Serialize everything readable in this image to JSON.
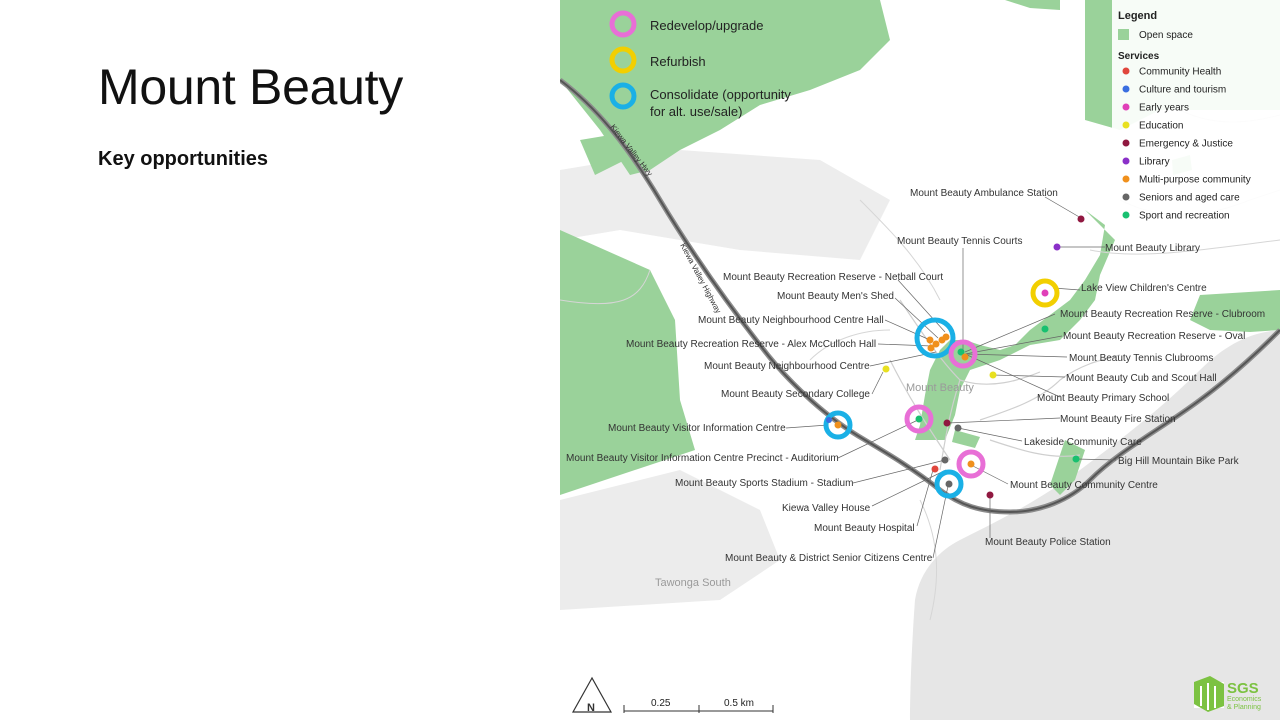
{
  "slide": {
    "title": "Mount Beauty",
    "subtitle": "Key opportunities"
  },
  "key": [
    {
      "label": "Redevelop/upgrade",
      "color": "#e86fd6"
    },
    {
      "label": "Refurbish",
      "color": "#f2cf00"
    },
    {
      "label": "Consolidate (opportunity",
      "label2": "for alt. use/sale)",
      "color": "#1ab0e6"
    }
  ],
  "legend": {
    "title": "Legend",
    "open_space": {
      "label": "Open space",
      "color": "#9ad29a"
    },
    "services_title": "Services",
    "services": [
      {
        "label": "Community Health",
        "color": "#e0463c"
      },
      {
        "label": "Culture and tourism",
        "color": "#3a6ee0"
      },
      {
        "label": "Early years",
        "color": "#e040b8"
      },
      {
        "label": "Education",
        "color": "#e8e020"
      },
      {
        "label": "Emergency & Justice",
        "color": "#901840"
      },
      {
        "label": "Library",
        "color": "#8a30c8"
      },
      {
        "label": "Multi-purpose community",
        "color": "#f0901c"
      },
      {
        "label": "Seniors and aged care",
        "color": "#666666"
      },
      {
        "label": "Sport and recreation",
        "color": "#18c070"
      }
    ]
  },
  "places": {
    "town": "Mount Beauty",
    "south": "Tawonga South"
  },
  "roads": {
    "hwy_short": "Kiewa Valley Hwy",
    "hwy_long": "Kiewa Valley Highway"
  },
  "locations": {
    "ambulance": "Mount Beauty Ambulance Station",
    "tennis_courts": "Mount Beauty Tennis Courts",
    "library": "Mount Beauty Library",
    "netball": "Mount Beauty Recreation Reserve - Netball Court",
    "mens_shed": "Mount Beauty Men's Shed",
    "lake_view": "Lake View Children's Centre",
    "nc_hall": "Mount Beauty Neighbourhood Centre Hall",
    "clubroom": "Mount Beauty Recreation Reserve - Clubroom",
    "mcculloch": "Mount Beauty Recreation Reserve - Alex McCulloch Hall",
    "oval": "Mount Beauty Recreation Reserve - Oval",
    "tennis_club": "Mount Beauty Tennis Clubrooms",
    "nc": "Mount Beauty Neighbourhood Centre",
    "cub_scout": "Mount Beauty Cub and Scout Hall",
    "secondary": "Mount Beauty Secondary College",
    "primary": "Mount Beauty Primary School",
    "fire": "Mount Beauty Fire Station",
    "visitor": "Mount Beauty Visitor Information Centre",
    "lakeside": "Lakeside Community Care",
    "auditorium": "Mount Beauty Visitor Information Centre Precinct - Auditorium",
    "big_hill": "Big Hill Mountain Bike Park",
    "stadium": "Mount Beauty Sports Stadium - Stadium",
    "community_centre": "Mount Beauty Community Centre",
    "kiewa_house": "Kiewa Valley House",
    "hospital": "Mount Beauty Hospital",
    "police": "Mount Beauty Police Station",
    "senior_citizens": "Mount Beauty & District Senior Citizens Centre"
  },
  "scale": {
    "north": "N",
    "a": "0.25",
    "b": "0.5 km"
  },
  "logo": {
    "main": "SGS",
    "sub1": "Economics",
    "sub2": "& Planning",
    "color": "#7cc242"
  }
}
